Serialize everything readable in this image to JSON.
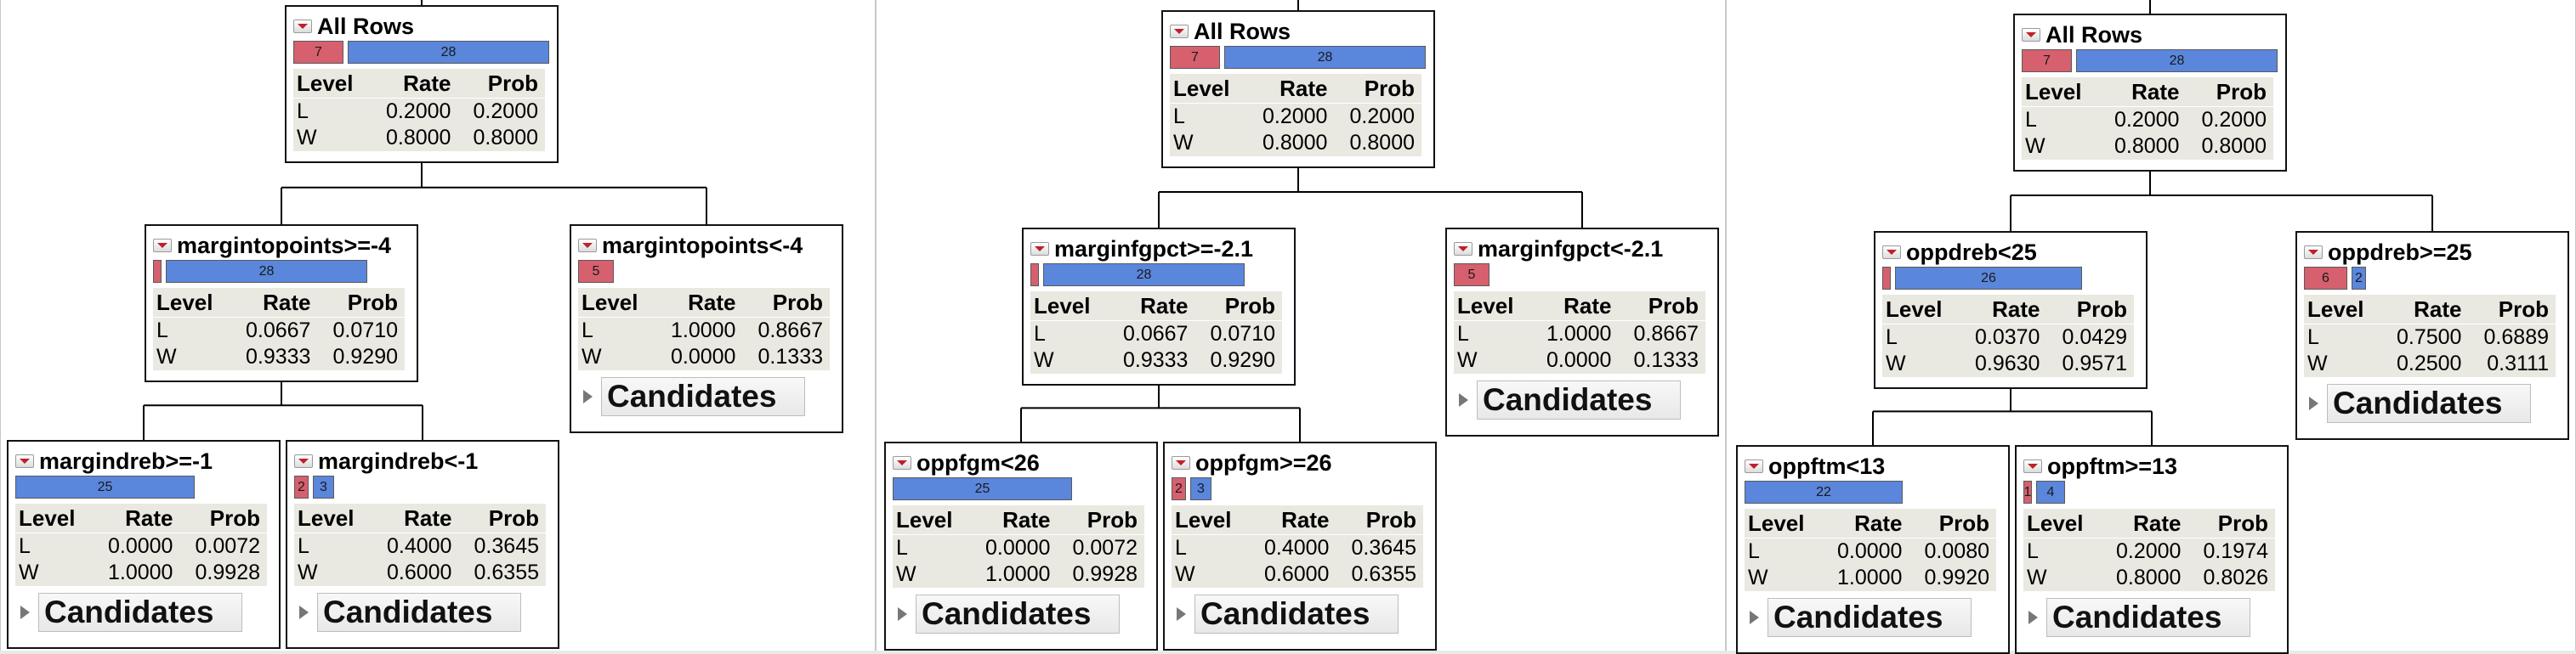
{
  "colors": {
    "L": "#d6606e",
    "W": "#5a86dc"
  },
  "icons": {
    "node_menu": "red-triangle-dropdown-icon",
    "candidates_toggle": "gray-disclosure-triangle-icon"
  },
  "trees": [
    {
      "nodes": [
        {
          "id": "root",
          "title": "All Rows",
          "counts": [
            7,
            28
          ],
          "labels": [
            "7",
            "28"
          ],
          "rows": [
            {
              "level": "L",
              "rate": "0.2000",
              "prob": "0.2000"
            },
            {
              "level": "W",
              "rate": "0.8000",
              "prob": "0.8000"
            }
          ]
        },
        {
          "id": "left",
          "title": "margintopoints>=-4",
          "counts": [
            1,
            28
          ],
          "labels": [
            "",
            "28"
          ],
          "rows": [
            {
              "level": "L",
              "rate": "0.0667",
              "prob": "0.0710"
            },
            {
              "level": "W",
              "rate": "0.9333",
              "prob": "0.9290"
            }
          ]
        },
        {
          "id": "right",
          "title": "margintopoints<-4",
          "counts": [
            5,
            0
          ],
          "labels": [
            "5",
            ""
          ],
          "candidates": "Candidates",
          "rows": [
            {
              "level": "L",
              "rate": "1.0000",
              "prob": "0.8667"
            },
            {
              "level": "W",
              "rate": "0.0000",
              "prob": "0.1333"
            }
          ]
        },
        {
          "id": "ll",
          "title": "margindreb>=-1",
          "counts": [
            0,
            25
          ],
          "labels": [
            "",
            "25"
          ],
          "candidates": "Candidates",
          "rows": [
            {
              "level": "L",
              "rate": "0.0000",
              "prob": "0.0072"
            },
            {
              "level": "W",
              "rate": "1.0000",
              "prob": "0.9928"
            }
          ]
        },
        {
          "id": "lr",
          "title": "margindreb<-1",
          "counts": [
            2,
            3
          ],
          "labels": [
            "2",
            "3"
          ],
          "candidates": "Candidates",
          "rows": [
            {
              "level": "L",
              "rate": "0.4000",
              "prob": "0.3645"
            },
            {
              "level": "W",
              "rate": "0.6000",
              "prob": "0.6355"
            }
          ]
        }
      ]
    },
    {
      "nodes": [
        {
          "id": "root",
          "title": "All Rows",
          "counts": [
            7,
            28
          ],
          "labels": [
            "7",
            "28"
          ],
          "rows": [
            {
              "level": "L",
              "rate": "0.2000",
              "prob": "0.2000"
            },
            {
              "level": "W",
              "rate": "0.8000",
              "prob": "0.8000"
            }
          ]
        },
        {
          "id": "left",
          "title": "marginfgpct>=-2.1",
          "counts": [
            1,
            28
          ],
          "labels": [
            "",
            "28"
          ],
          "rows": [
            {
              "level": "L",
              "rate": "0.0667",
              "prob": "0.0710"
            },
            {
              "level": "W",
              "rate": "0.9333",
              "prob": "0.9290"
            }
          ]
        },
        {
          "id": "right",
          "title": "marginfgpct<-2.1",
          "counts": [
            5,
            0
          ],
          "labels": [
            "5",
            ""
          ],
          "candidates": "Candidates",
          "rows": [
            {
              "level": "L",
              "rate": "1.0000",
              "prob": "0.8667"
            },
            {
              "level": "W",
              "rate": "0.0000",
              "prob": "0.1333"
            }
          ]
        },
        {
          "id": "ll",
          "title": "oppfgm<26",
          "counts": [
            0,
            25
          ],
          "labels": [
            "",
            "25"
          ],
          "candidates": "Candidates",
          "rows": [
            {
              "level": "L",
              "rate": "0.0000",
              "prob": "0.0072"
            },
            {
              "level": "W",
              "rate": "1.0000",
              "prob": "0.9928"
            }
          ]
        },
        {
          "id": "lr",
          "title": "oppfgm>=26",
          "counts": [
            2,
            3
          ],
          "labels": [
            "2",
            "3"
          ],
          "candidates": "Candidates",
          "rows": [
            {
              "level": "L",
              "rate": "0.4000",
              "prob": "0.3645"
            },
            {
              "level": "W",
              "rate": "0.6000",
              "prob": "0.6355"
            }
          ]
        }
      ]
    },
    {
      "nodes": [
        {
          "id": "root",
          "title": "All Rows",
          "counts": [
            7,
            28
          ],
          "labels": [
            "7",
            "28"
          ],
          "rows": [
            {
              "level": "L",
              "rate": "0.2000",
              "prob": "0.2000"
            },
            {
              "level": "W",
              "rate": "0.8000",
              "prob": "0.8000"
            }
          ]
        },
        {
          "id": "left",
          "title": "oppdreb<25",
          "counts": [
            1,
            26
          ],
          "labels": [
            "",
            "26"
          ],
          "rows": [
            {
              "level": "L",
              "rate": "0.0370",
              "prob": "0.0429"
            },
            {
              "level": "W",
              "rate": "0.9630",
              "prob": "0.9571"
            }
          ]
        },
        {
          "id": "right",
          "title": "oppdreb>=25",
          "counts": [
            6,
            2
          ],
          "labels": [
            "6",
            "2"
          ],
          "candidates": "Candidates",
          "rows": [
            {
              "level": "L",
              "rate": "0.7500",
              "prob": "0.6889"
            },
            {
              "level": "W",
              "rate": "0.2500",
              "prob": "0.3111"
            }
          ]
        },
        {
          "id": "ll",
          "title": "oppftm<13",
          "counts": [
            0,
            22
          ],
          "labels": [
            "",
            "22"
          ],
          "candidates": "Candidates",
          "rows": [
            {
              "level": "L",
              "rate": "0.0000",
              "prob": "0.0080"
            },
            {
              "level": "W",
              "rate": "1.0000",
              "prob": "0.9920"
            }
          ]
        },
        {
          "id": "lr",
          "title": "oppftm>=13",
          "counts": [
            1,
            4
          ],
          "labels": [
            "1",
            "4"
          ],
          "candidates": "Candidates",
          "rows": [
            {
              "level": "L",
              "rate": "0.2000",
              "prob": "0.1974"
            },
            {
              "level": "W",
              "rate": "0.8000",
              "prob": "0.8026"
            }
          ]
        }
      ]
    }
  ],
  "table_headers": {
    "level": "Level",
    "rate": "Rate",
    "prob": "Prob"
  }
}
